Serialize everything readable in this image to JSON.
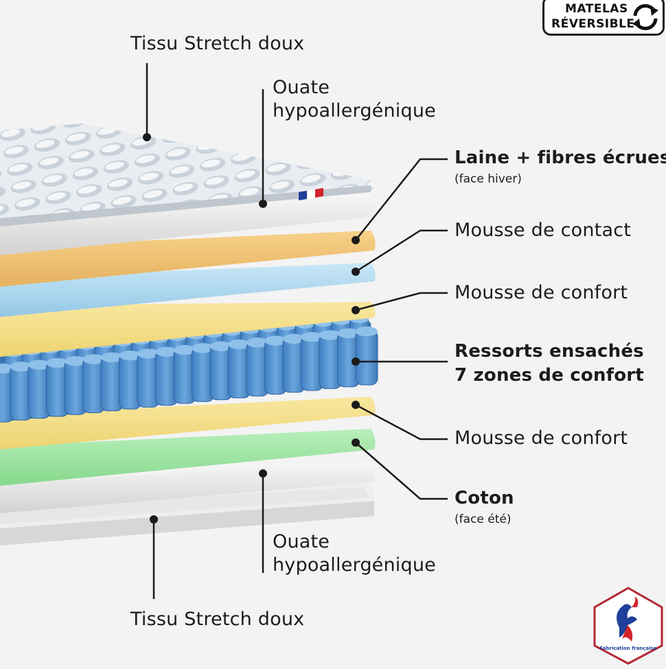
{
  "badge": {
    "line1": "MATELAS",
    "line2": "RÉVERSIBLE",
    "icon": "reverse-arrows-icon"
  },
  "left_labels": {
    "tissu_top": "Tissu Stretch doux",
    "ouate_top_1": "Ouate",
    "ouate_top_2": "hypoallergénique",
    "ouate_bottom_1": "Ouate",
    "ouate_bottom_2": "hypoallergénique",
    "tissu_bottom": "Tissu Stretch doux"
  },
  "right_labels": {
    "laine": "Laine + fibres écrues",
    "laine_sub": "(face hiver)",
    "mousse_contact": "Mousse de contact",
    "mousse_confort_1": "Mousse de confort",
    "ressorts_1": "Ressorts ensachés",
    "ressorts_2": "7 zones de confort",
    "mousse_confort_2": "Mousse de confort",
    "coton": "Coton",
    "coton_sub": "(face été)"
  },
  "seal": {
    "caption": "Fabrication française",
    "icon": "french-rooster-icon"
  },
  "colors": {
    "stretch": "#dfe3e8",
    "ouate": "#d9d9d9",
    "laine": "#f1c472",
    "contact": "#a9d6ee",
    "confort": "#f4e08a",
    "ressorts": "#4f8fcf",
    "coton": "#9fe3a4",
    "line": "#1a1a1a"
  }
}
